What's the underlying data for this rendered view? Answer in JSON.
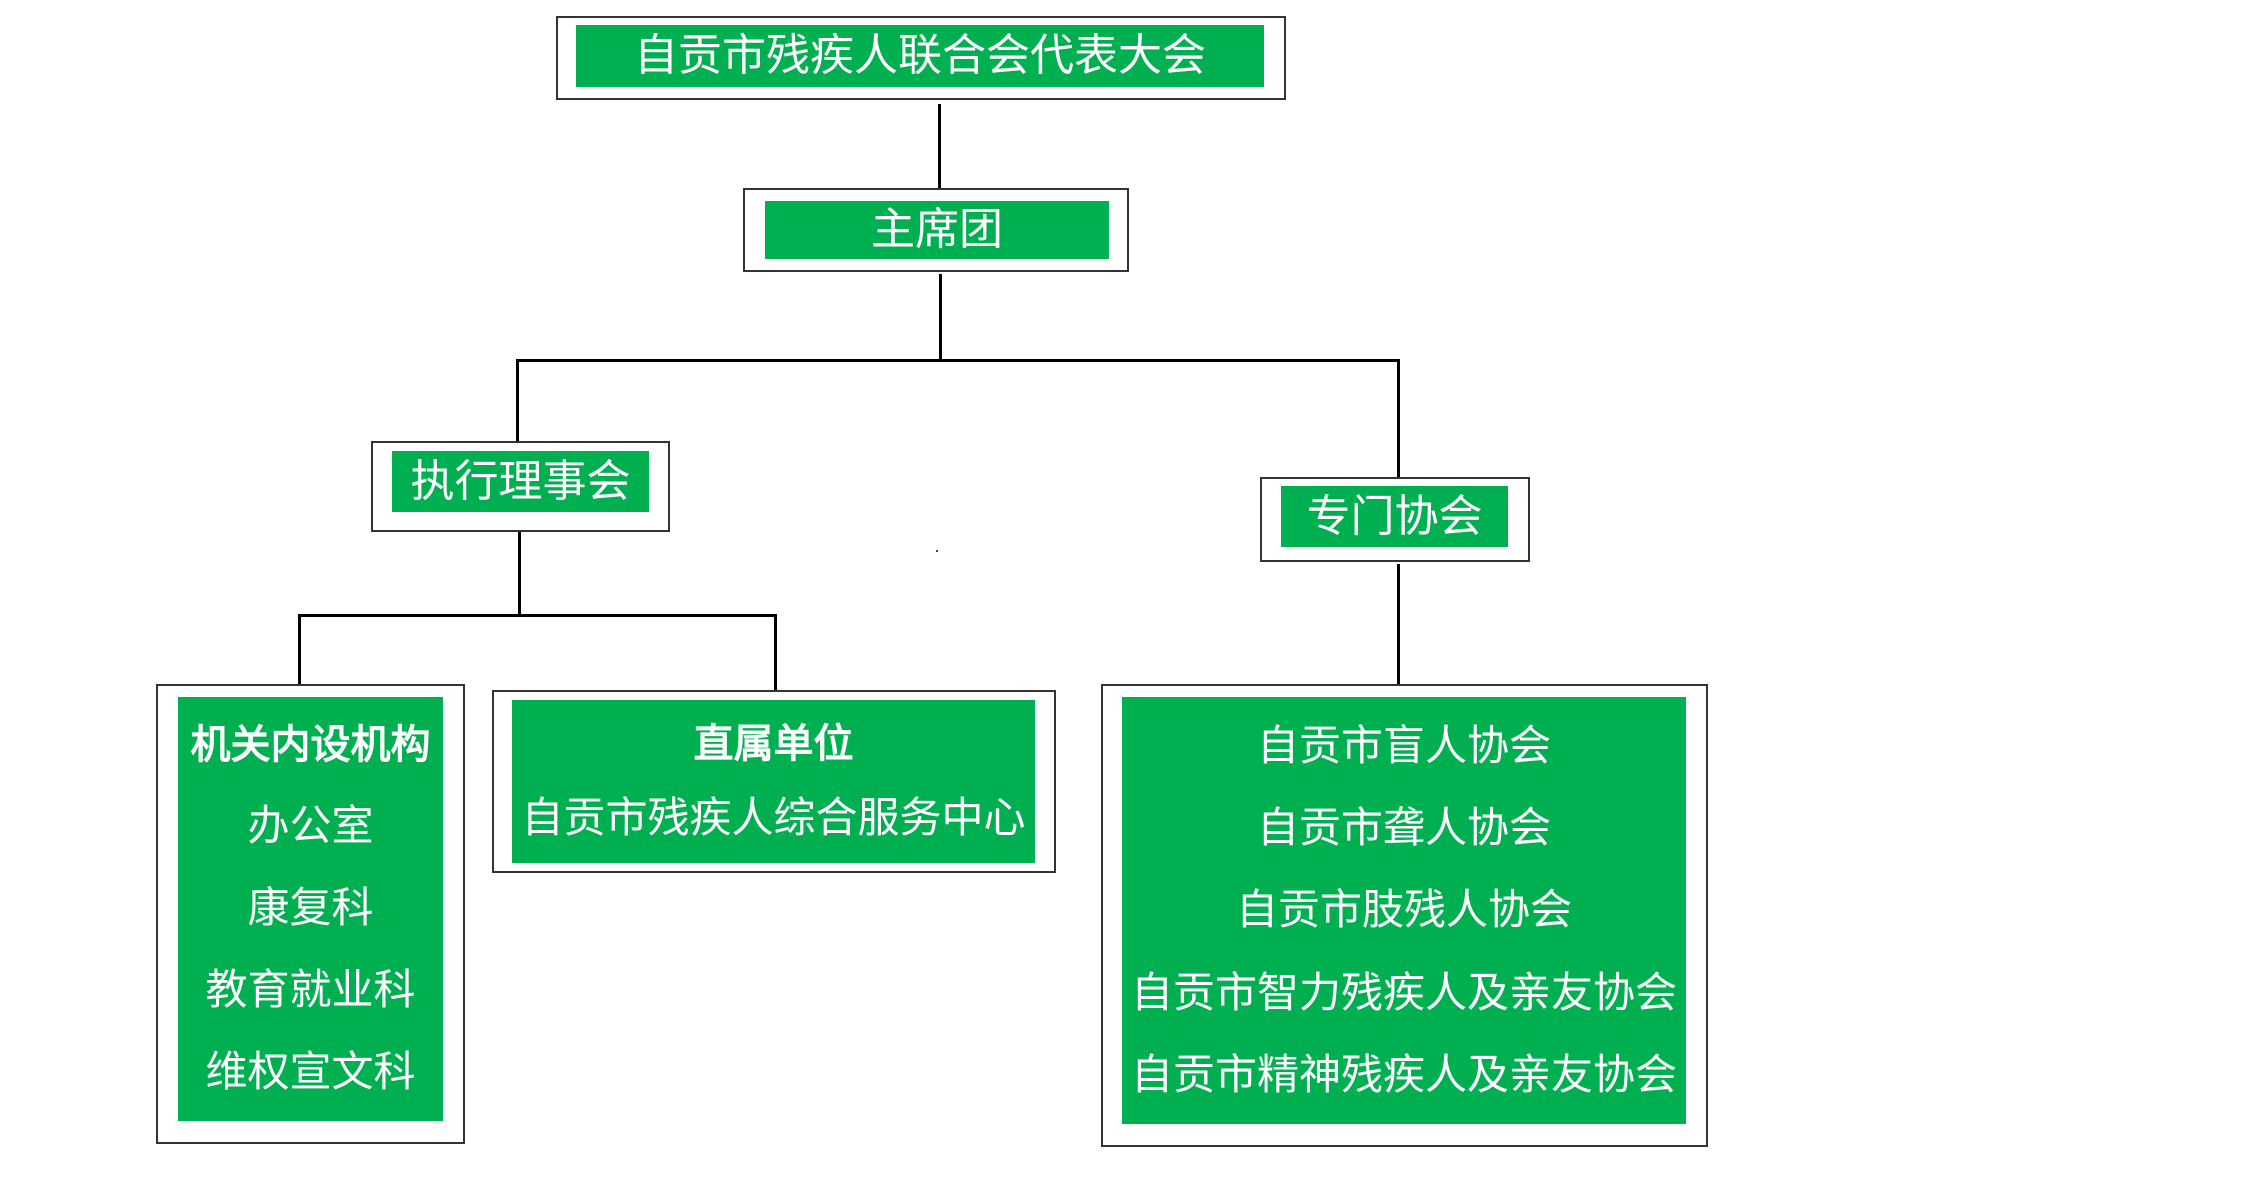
{
  "colors": {
    "node_fill": "#00b050",
    "node_text": "#ffffff",
    "border": "#333333",
    "connector": "#000000"
  },
  "root": {
    "label": "自贡市残疾人联合会代表大会"
  },
  "presidium": {
    "label": "主席团"
  },
  "executive_council": {
    "label": "执行理事会"
  },
  "special_associations": {
    "label": "专门协会",
    "items": [
      "自贡市盲人协会",
      "自贡市聋人协会",
      "自贡市肢残人协会",
      "自贡市智力残疾人及亲友协会",
      "自贡市精神残疾人及亲友协会"
    ]
  },
  "internal_departments": {
    "heading": "机关内设机构",
    "items": [
      "办公室",
      "康复科",
      "教育就业科",
      "维权宣文科"
    ]
  },
  "affiliated_units": {
    "heading": "直属单位",
    "items": [
      "自贡市残疾人综合服务中心"
    ]
  }
}
